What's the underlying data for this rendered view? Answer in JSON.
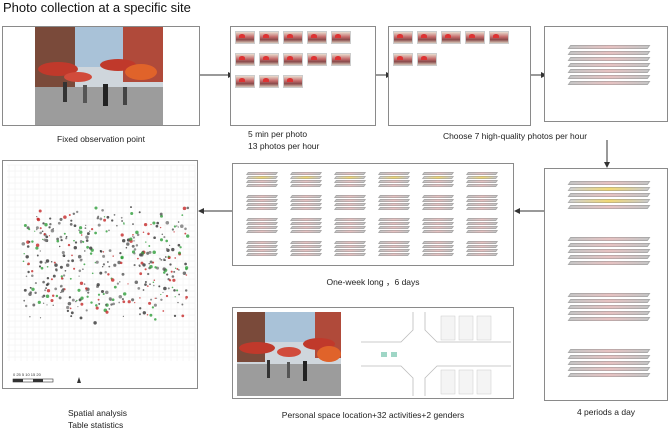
{
  "title": "Photo collection at a specific site",
  "captions": {
    "fixed_point": "Fixed observation point",
    "per_photo_line1": "5 min per photo",
    "per_photo_line2": "13 photos per hour",
    "choose": "Choose 7 high-quality photos per hour",
    "periods": "4 periods a day",
    "week": "One-week long ，6 days",
    "personal": "Personal space location+32 activities+2 genders",
    "spatial_line1": "Spatial analysis",
    "spatial_line2": "Table statistics"
  },
  "scale_bar": {
    "label": "0 25 5 10 15 20"
  },
  "counts": {
    "photos_per_hour": 13,
    "selected_photos": 7,
    "periods": 4,
    "week_grid": 24
  },
  "colors": {
    "panel_border": "#8a8a8a",
    "arrow": "#333333",
    "umbrella_red": "#c0392b",
    "dot_green": "#2e9e3a",
    "dot_red": "#c62828"
  }
}
